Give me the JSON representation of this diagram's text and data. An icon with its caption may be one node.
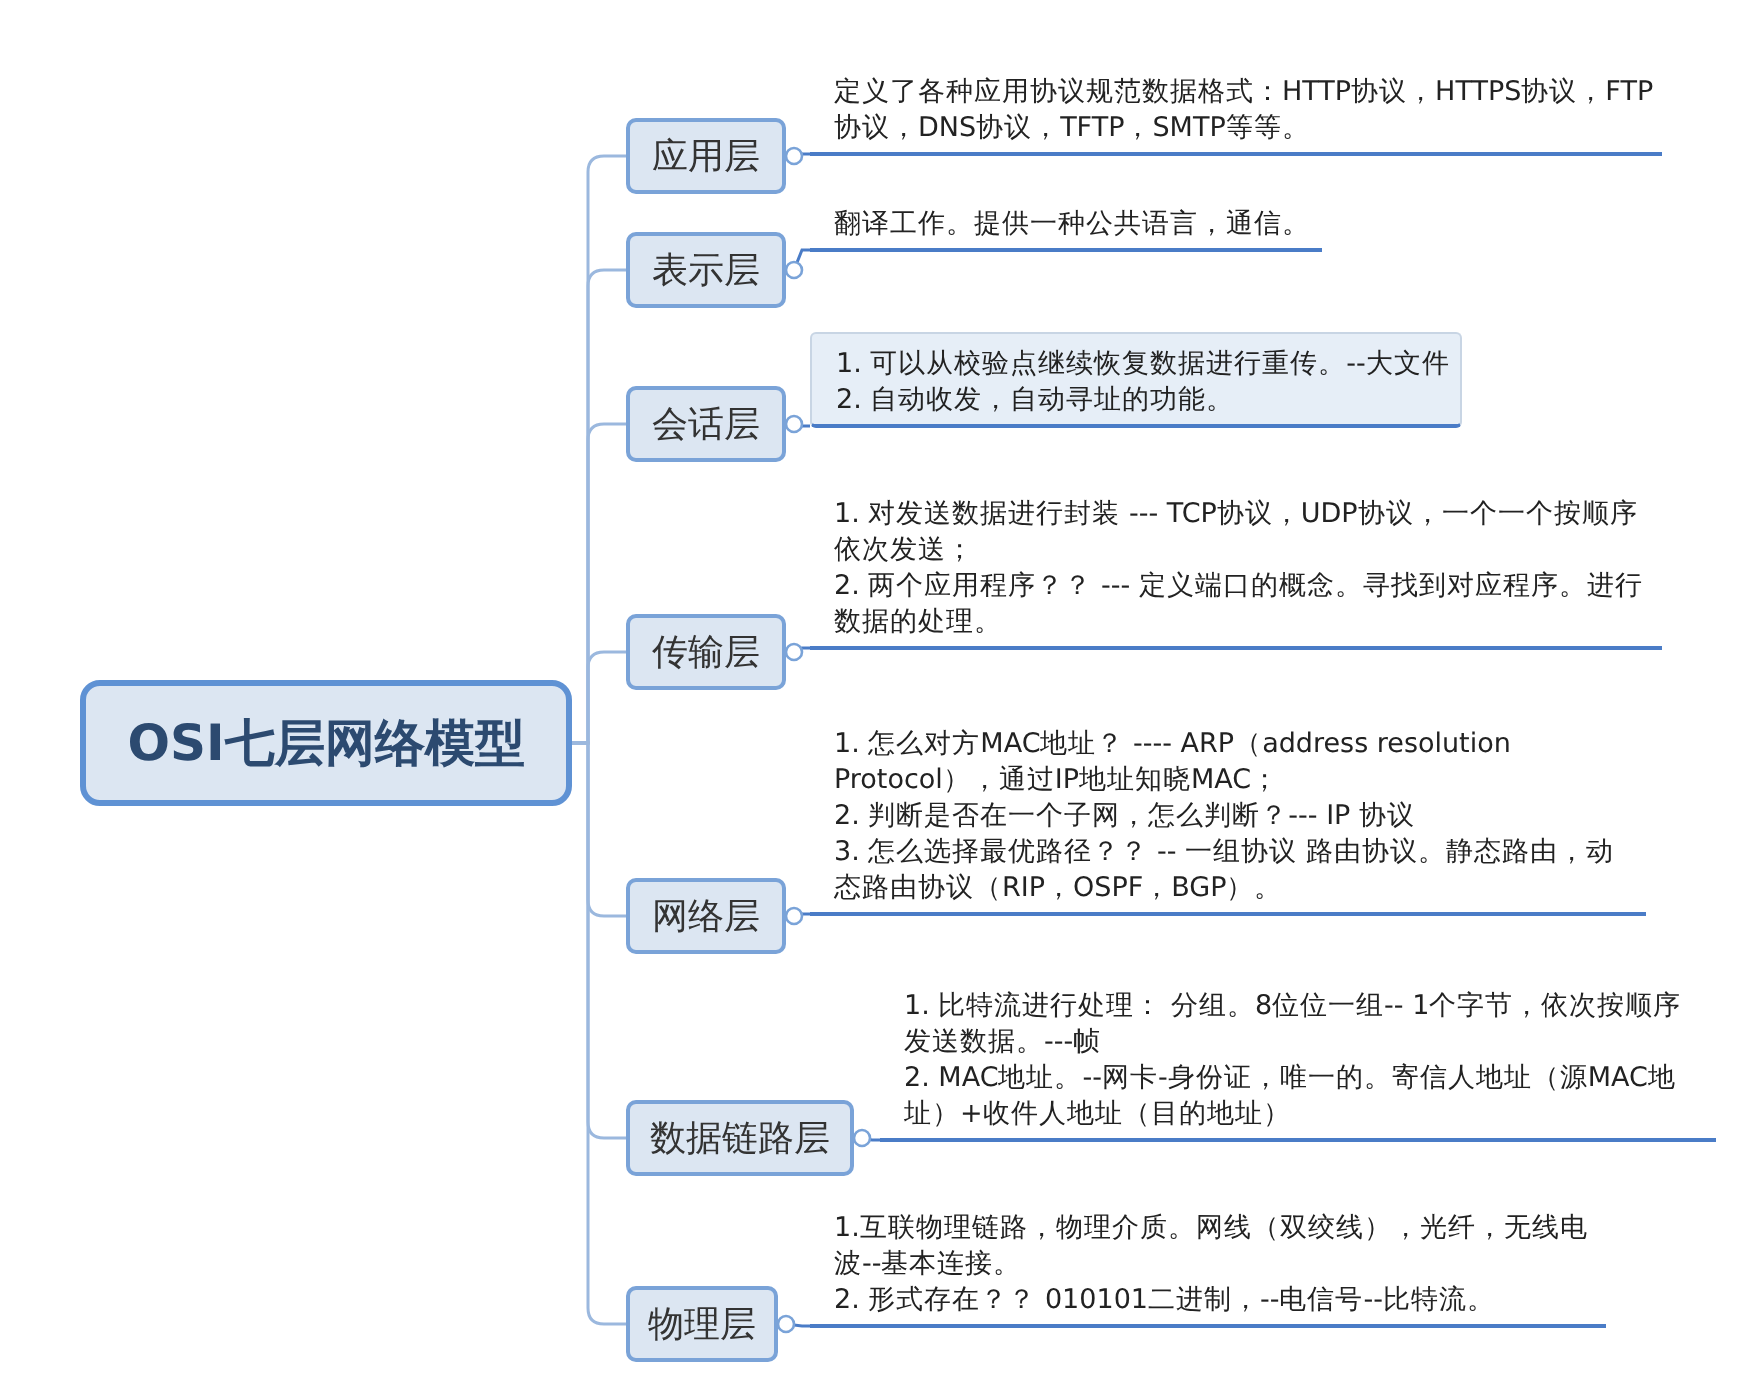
{
  "diagram": {
    "nodes": [
      {
        "text": [
          "OSI七层网络模型"
        ]
      },
      {
        "text": [
          "应用层"
        ]
      },
      {
        "text": [
          "表示层"
        ]
      },
      {
        "text": [
          "会话层"
        ]
      },
      {
        "text": [
          "传输层"
        ]
      },
      {
        "text": [
          "网络层"
        ]
      },
      {
        "text": [
          "数据链路层"
        ]
      },
      {
        "text": [
          "物理层"
        ]
      },
      {
        "text": [
          "定义了各种应用协议规范数据格式：HTTP协议，HTTPS协议，FTP协议，DNS协议，TFTP，SMTP等等。"
        ]
      },
      {
        "text": [
          "翻译工作。提供一种公共语言，通信。"
        ]
      },
      {
        "text": [
          "1. 可以从校验点继续恢复数据进行重传。--大文件",
          "2. 自动收发，自动寻址的功能。"
        ]
      },
      {
        "text": [
          "1. 对发送数据进行封装 --- TCP协议，UDP协议，一个一个按顺序依次发送；",
          "2. 两个应用程序？？ --- 定义端口的概念。寻找到对应程序。进行数据的处理。"
        ]
      },
      {
        "text": [
          "1. 怎么对方MAC地址？ ---- ARP（address resolution Protocol），通过IP地址知晓MAC；",
          "2. 判断是否在一个子网，怎么判断？--- IP 协议",
          "3. 怎么选择最优路径？？ -- 一组协议 路由协议。静态路由，动态路由协议（RIP，OSPF，BGP）。"
        ]
      },
      {
        "text": [
          "1. 比特流进行处理： 分组。8位位一组-- 1个字节，依次按顺序发送数据。---帧",
          "2. MAC地址。--网卡-身份证，唯一的。寄信人地址（源MAC地址）+收件人地址（目的地址）"
        ]
      },
      {
        "text": [
          "1.互联物理链路，物理介质。网线（双绞线），光纤，无线电波--基本连接。",
          "2. 形式存在？？ 010101二进制，--电信号--比特流。"
        ]
      }
    ],
    "edges": [
      {
        "from": 0,
        "to": 1,
        "arrow": "none"
      },
      {
        "from": 0,
        "to": 2,
        "arrow": "none"
      },
      {
        "from": 0,
        "to": 3,
        "arrow": "none"
      },
      {
        "from": 0,
        "to": 4,
        "arrow": "none"
      },
      {
        "from": 0,
        "to": 5,
        "arrow": "none"
      },
      {
        "from": 0,
        "to": 6,
        "arrow": "none"
      },
      {
        "from": 0,
        "to": 7,
        "arrow": "none"
      },
      {
        "from": 1,
        "to": 8,
        "arrow": "other"
      },
      {
        "from": 2,
        "to": 9,
        "arrow": "other"
      },
      {
        "from": 3,
        "to": 10,
        "arrow": "other"
      },
      {
        "from": 4,
        "to": 11,
        "arrow": "other"
      },
      {
        "from": 5,
        "to": 12,
        "arrow": "other"
      },
      {
        "from": 6,
        "to": 13,
        "arrow": "other"
      },
      {
        "from": 7,
        "to": 14,
        "arrow": "other"
      }
    ]
  }
}
